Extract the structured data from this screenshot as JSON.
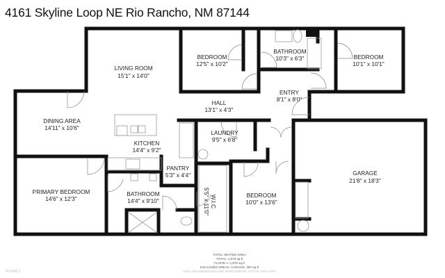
{
  "title": "4161 Skyline Loop NE Rio Rancho, NM 87144",
  "rooms": {
    "living_room": {
      "name": "LIVING ROOM",
      "size": "15'1\" x 14'0\""
    },
    "bedroom_1": {
      "name": "BEDROOM",
      "size": "12'5\" x 10'2\""
    },
    "bathroom_1": {
      "name": "BATHROOM",
      "size": "10'3\" x 6'3\""
    },
    "bedroom_2": {
      "name": "BEDROOM",
      "size": "10'1\" x 10'1\""
    },
    "entry": {
      "name": "ENTRY",
      "size": "8'1\" x 8'0\""
    },
    "hall": {
      "name": "HALL",
      "size": "13'1\" x 4'3\""
    },
    "dining_area": {
      "name": "DINING AREA",
      "size": "14'11\" x 10'6\""
    },
    "kitchen": {
      "name": "KITCHEN",
      "size": "14'4\" x 9'2\""
    },
    "laundry": {
      "name": "LAUNDRY",
      "size": "9'5\" x 6'8\""
    },
    "pantry": {
      "name": "PANTRY",
      "size": "5'3\" x 4'4\""
    },
    "primary_bedroom": {
      "name": "PRIMARY BEDROOM",
      "size": "14'6\" x 12'3\""
    },
    "bathroom_2": {
      "name": "BATHROOM",
      "size": "14'4\" x 9'10\""
    },
    "wic": {
      "name": "W.I.C",
      "size": "5'5\" x 11'0\""
    },
    "bedroom_3": {
      "name": "BEDROOM",
      "size": "10'0\" x 13'6\""
    },
    "garage": {
      "name": "GARAGE",
      "size": "21'8\" x 18'3\""
    }
  },
  "summary": {
    "heading": "TOTAL HEATED AREA",
    "total": "TOTAL: 1,679 sq.ft",
    "floor1": "FLOOR 1: 1,679 sq.ft",
    "excluded": "EXCLUDED AREAS: GARAGE: 394 sq.ft",
    "disclaimer": "SIZE AND DIMENSIONS ARE APPROXIMATE, ACTUAL MAY VARY"
  },
  "floor_label": "FLOOR 1"
}
